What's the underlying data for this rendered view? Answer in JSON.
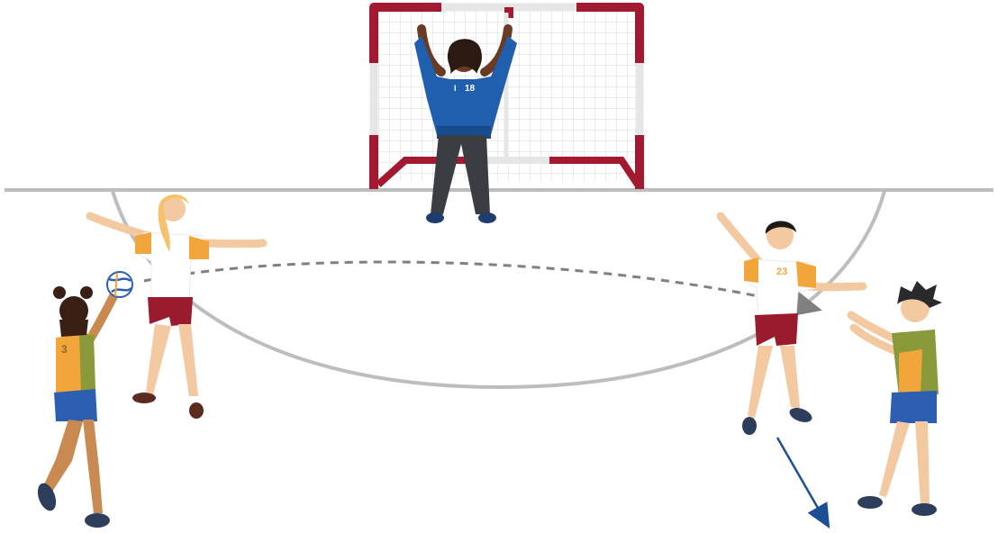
{
  "scene": {
    "description_visible_text": "none"
  },
  "players": {
    "goalkeeper": {
      "number": "18",
      "jersey_color": "#1f5fae",
      "pants_color": "#3a3d42"
    },
    "thrower": {
      "number": "3",
      "jersey_color": "#f2a53a",
      "side_color": "#8a9a3a",
      "shorts_color": "#2d5fb0"
    },
    "defender_left": {
      "number": "",
      "jersey_color": "#ffffff",
      "sleeve_color": "#f2a53a",
      "shorts_color": "#9b1b2e"
    },
    "defender_right": {
      "number": "23",
      "jersey_color": "#ffffff",
      "sleeve_color": "#f2a53a",
      "shorts_color": "#9b1b2e"
    },
    "receiver": {
      "number": "",
      "jersey_color": "#8a9a3a",
      "side_color": "#f2a53a",
      "shorts_color": "#2d5fb0"
    }
  },
  "colors": {
    "goal_frame": "#a3192f",
    "goal_frame_light": "#e8e8e8",
    "court_lines": "#bdbdbd",
    "pass_arrow": "#808080",
    "run_arrow": "#1d4f94"
  },
  "icons": {
    "ball": "handball-ball-icon",
    "pass": "dashed-pass-arrow-icon",
    "run": "run-direction-arrow-icon"
  }
}
